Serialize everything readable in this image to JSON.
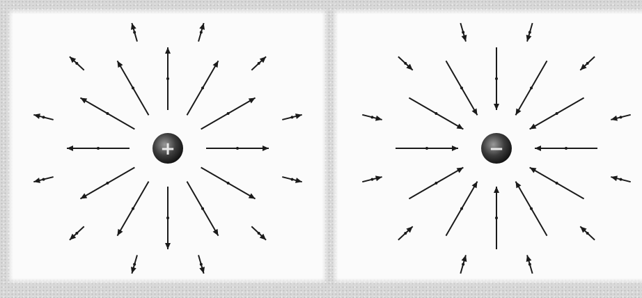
{
  "figure": {
    "background_color": "#d9d9d9",
    "panel_color": "#fbfbfb",
    "arrow_color": "#1a1a1a"
  },
  "panels": [
    {
      "id": "positive",
      "charge_sign": "+",
      "field_direction": "outward"
    },
    {
      "id": "negative",
      "charge_sign": "−",
      "field_direction": "inward"
    }
  ]
}
